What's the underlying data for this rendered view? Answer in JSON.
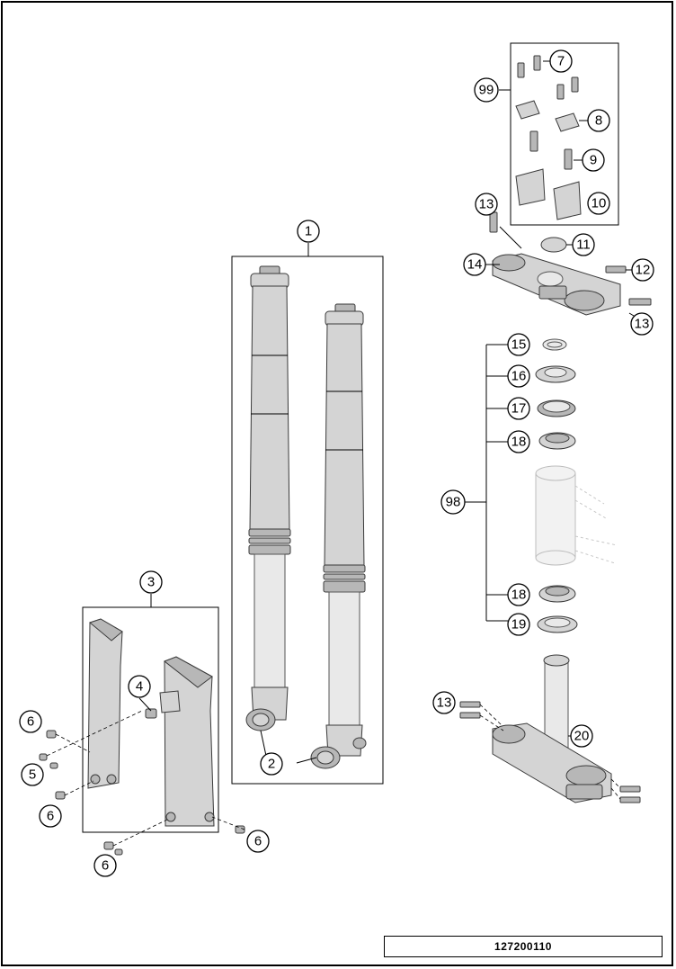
{
  "diagram": {
    "document_number": "127200110",
    "callouts": {
      "fork_assembly": "1",
      "axle_clamp": "2",
      "fork_protector_kit": "3",
      "cable_guide": "4",
      "guide_screw": "5",
      "screw_6a": "6",
      "screw_6b": "6",
      "screw_6c": "6",
      "screw_6d": "6",
      "screw_7": "7",
      "clamp_lower_8": "8",
      "screw_9": "9",
      "clamp_upper_10": "10",
      "nut_11": "11",
      "screw_12": "12",
      "screw_13_top": "13",
      "screw_13_right": "13",
      "screw_13_bottom": "13",
      "upper_triple_clamp": "14",
      "seal_ring_15": "15",
      "dust_cover_16": "16",
      "seal_17": "17",
      "bearing_18_top": "18",
      "bearing_18_bottom": "18",
      "seal_19": "19",
      "lower_triple_clamp": "20",
      "steering_head_kit": "98",
      "handlebar_clamp_kit": "99"
    }
  }
}
